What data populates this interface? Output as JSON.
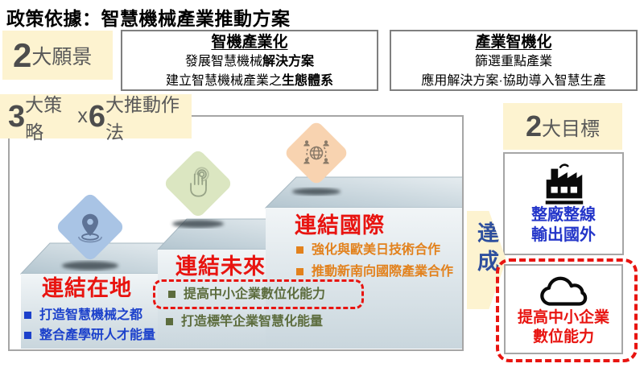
{
  "title": "政策依據：智慧機械產業推動方案",
  "visions": {
    "badge": {
      "number": "2",
      "label": "大願景"
    },
    "smart_machinery": {
      "title": "智機產業化",
      "line1_normal": "發展智慧機械",
      "line1_bold": "解決方案",
      "line2_normal": "建立智慧機械產業之",
      "line2_bold": "生態體系"
    },
    "industry_smart": {
      "title": "產業智機化",
      "line1": "篩選重點產業",
      "line2": "應用解決方案·協助導入智慧生產"
    }
  },
  "strategies": {
    "badge": {
      "number1": "3",
      "label1": "大策略",
      "times": "x",
      "number2": "6",
      "label2": "大推動作法"
    },
    "steps": [
      {
        "name": "連結在地",
        "icon": "location-pin-icon",
        "bullets": [
          "打造智慧機械之都",
          "整合產學研人才能量"
        ]
      },
      {
        "name": "連結未來",
        "icon": "touch-hand-icon",
        "bullets": [
          "提高中小企業數位化能力",
          "打造標竿企業智慧化能量"
        ],
        "highlighted_bullet": "提高中小企業數位化能力"
      },
      {
        "name": "連結國際",
        "icon": "global-network-icon",
        "bullets": [
          "強化與歐美日技術合作",
          "推動新南向國際產業合作"
        ]
      }
    ]
  },
  "achieve": {
    "label": "達成"
  },
  "goals": {
    "badge": {
      "number": "2",
      "label": "大目標"
    },
    "items": [
      {
        "icon": "factory-icon",
        "line1": "整廠整線",
        "line2": "輸出國外",
        "highlighted": false
      },
      {
        "icon": "cloud-icon",
        "line1": "提高中小企業",
        "line2": "數位能力",
        "highlighted": true
      }
    ]
  },
  "colors": {
    "highlight_yellow": "#fdf3d0",
    "alert_red": "#e81410",
    "step1_blue": "#1c41cb",
    "step2_olive": "#5c6c3d",
    "step3_orange": "#e2811c",
    "goal_blue": "#2436c9",
    "achieve_blue": "#2e4f9e",
    "badge_gray": "#595959"
  }
}
